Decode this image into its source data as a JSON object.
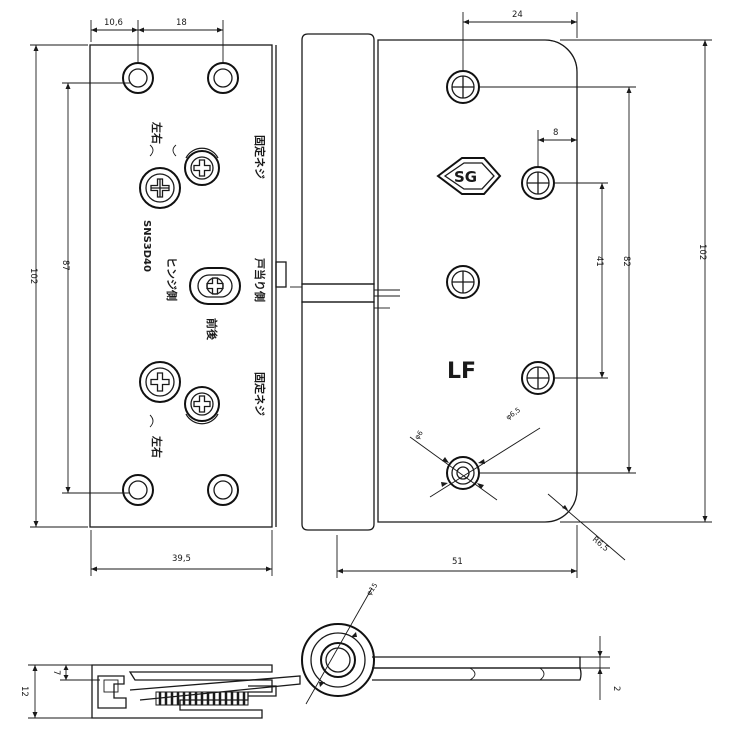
{
  "dimensions": {
    "top_left_a": "10,6",
    "top_left_b": "18",
    "left_height": "102",
    "hole_spacing_left": "87",
    "left_width": "39,5",
    "top_right": "24",
    "small_offset": "8",
    "spacing_41": "41",
    "spacing_82": "82",
    "right_height": "102",
    "right_width": "51",
    "small_dia": "φ6,5",
    "dia_a": "φ6",
    "corner_r": "R6,5",
    "pin_dia": "φ15",
    "thickness_12": "12",
    "thickness_7": "7",
    "leaf_thickness": "2"
  },
  "markings": {
    "brand": "SG",
    "side_code": "LF",
    "model": "SNS3D40"
  },
  "labels": {
    "left_right_top": "左右",
    "fix_screw_top": "固定ネジ",
    "hinge_side": "ヒンジ側",
    "adjust": "前後",
    "door_side": "戸当り側",
    "fix_screw_bottom": "固定ネジ",
    "left_right_bottom": "左右"
  }
}
